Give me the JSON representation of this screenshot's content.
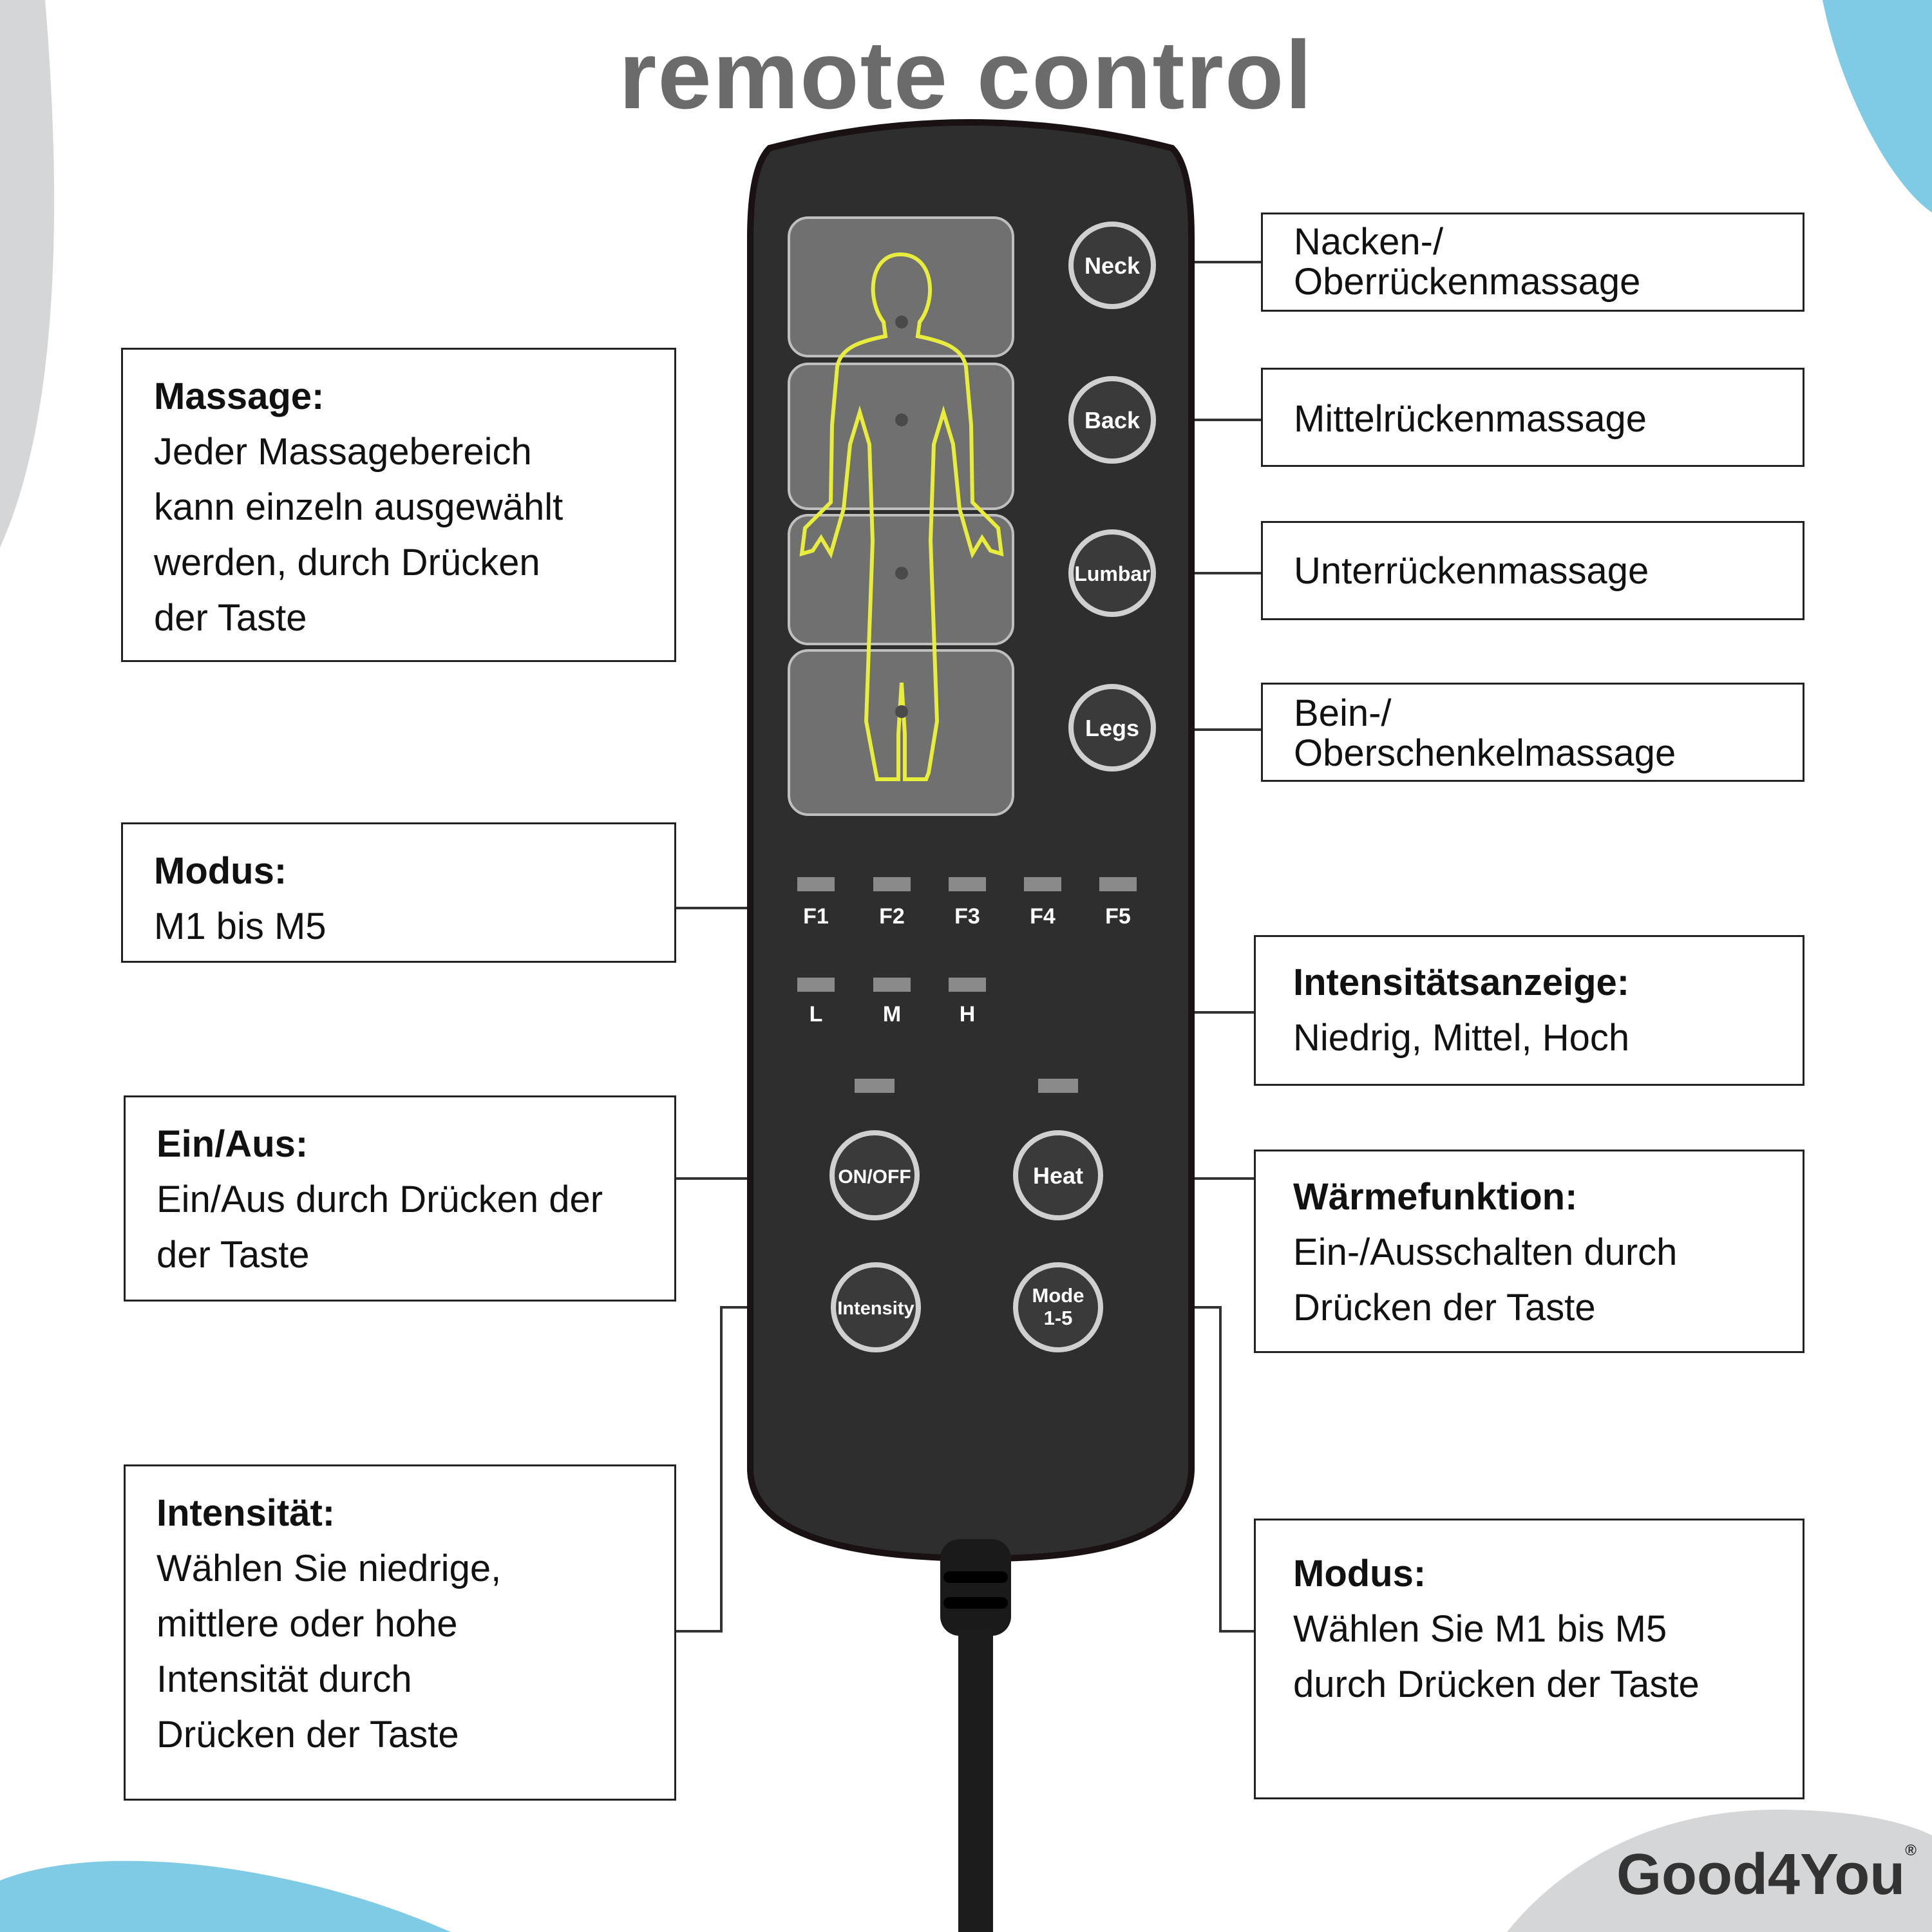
{
  "title": "remote control",
  "remote": {
    "zone_buttons": [
      "Neck",
      "Back",
      "Lumbar",
      "Legs"
    ],
    "mode_leds": [
      "F1",
      "F2",
      "F3",
      "F4",
      "F5"
    ],
    "intensity_leds": [
      "L",
      "M",
      "H"
    ],
    "on_off": "ON/OFF",
    "heat": "Heat",
    "intensity": "Intensity",
    "mode_line1": "Mode",
    "mode_line2": "1-5"
  },
  "left": {
    "massage": {
      "head": "Massage:",
      "lines": [
        "Jeder Massagebereich",
        "kann einzeln ausgewählt",
        "werden, durch Drücken",
        "der Taste"
      ]
    },
    "modus": {
      "head": "Modus:",
      "lines": [
        "M1 bis M5"
      ]
    },
    "power": {
      "head": "Ein/Aus:",
      "lines": [
        "Ein/Aus durch Drücken der",
        "der Taste"
      ]
    },
    "intensity": {
      "head": "Intensität:",
      "lines": [
        "Wählen Sie niedrige,",
        "mittlere oder hohe",
        "Intensität durch",
        "Drücken der Taste"
      ]
    }
  },
  "right": {
    "neck": {
      "lines": [
        "Nacken-/",
        "Oberrückenmassage"
      ]
    },
    "back": {
      "lines": [
        "Mittelrückenmassage"
      ]
    },
    "lumbar": {
      "lines": [
        "Unterrückenmassage"
      ]
    },
    "legs": {
      "lines": [
        "Bein-/",
        "Oberschenkelmassage"
      ]
    },
    "level": {
      "head": "Intensitätsanzeige:",
      "lines": [
        "Niedrig, Mittel, Hoch"
      ]
    },
    "heat": {
      "head": "Wärmefunktion:",
      "lines": [
        "Ein-/Ausschalten durch",
        "Drücken der Taste"
      ]
    },
    "mode": {
      "head": "Modus:",
      "lines": [
        "Wählen Sie M1 bis M5",
        "durch Drücken der Taste"
      ]
    }
  },
  "brand": {
    "logo": "Good4You",
    "mark": "®"
  },
  "colors": {
    "remote_body": "#2e2e2e",
    "button": "#3a3a3a",
    "body_outline": "#e8ec3c",
    "accent_blob": "#7fcbe6",
    "gray_blob": "#d4d6d8"
  }
}
